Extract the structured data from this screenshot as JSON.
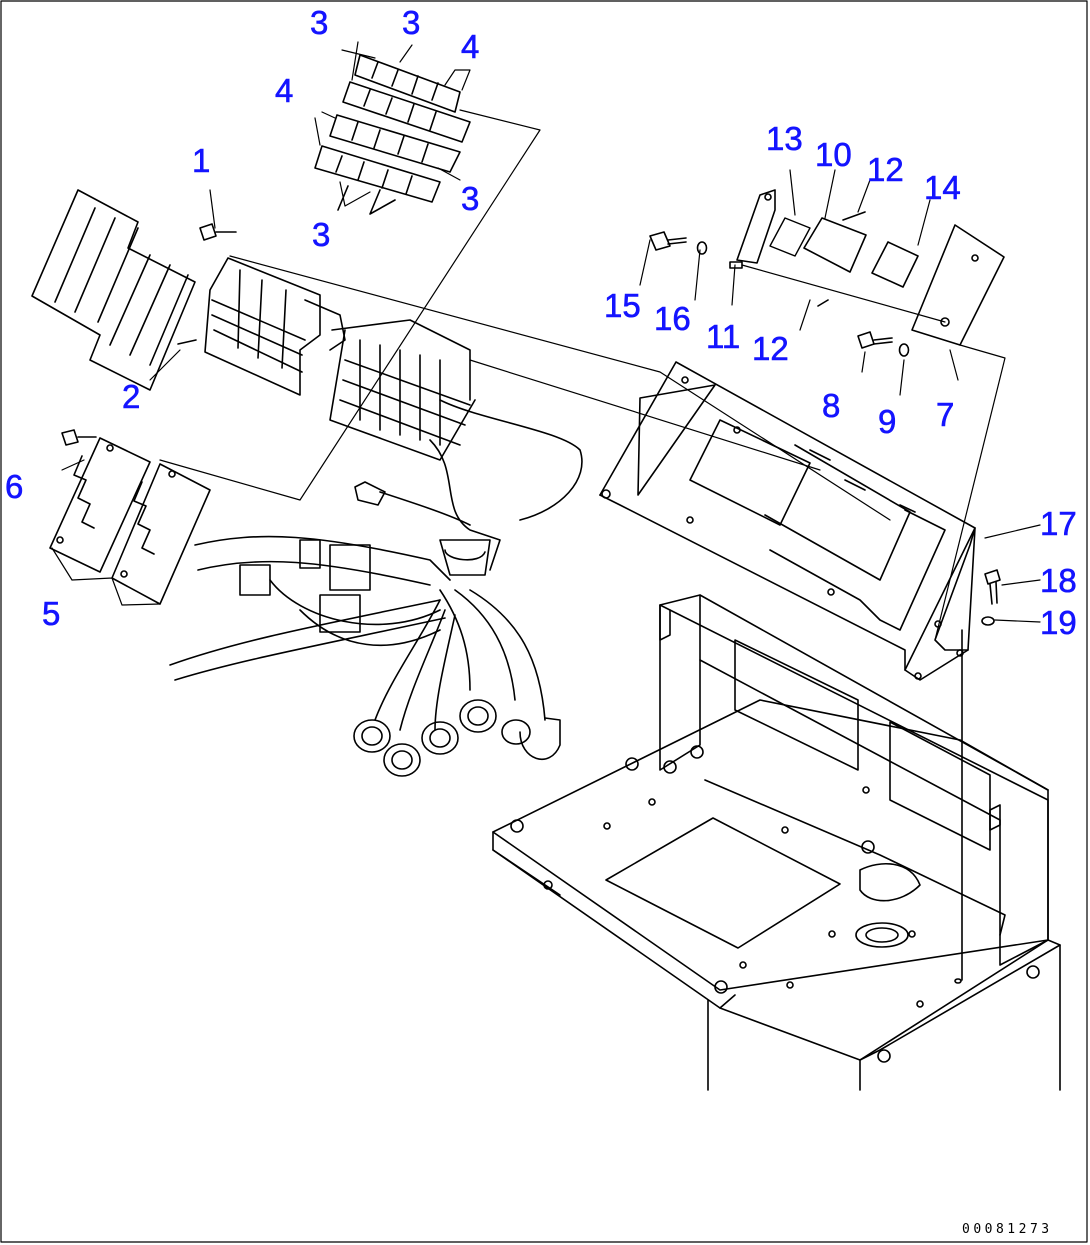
{
  "drawing_number": "00081273",
  "callouts": [
    {
      "id": "c1",
      "label": "1"
    },
    {
      "id": "c2",
      "label": "2"
    },
    {
      "id": "c3a",
      "label": "3"
    },
    {
      "id": "c3b",
      "label": "3"
    },
    {
      "id": "c3c",
      "label": "3"
    },
    {
      "id": "c3d",
      "label": "3"
    },
    {
      "id": "c4a",
      "label": "4"
    },
    {
      "id": "c4b",
      "label": "4"
    },
    {
      "id": "c5",
      "label": "5"
    },
    {
      "id": "c6",
      "label": "6"
    },
    {
      "id": "c7",
      "label": "7"
    },
    {
      "id": "c8",
      "label": "8"
    },
    {
      "id": "c9",
      "label": "9"
    },
    {
      "id": "c10",
      "label": "10"
    },
    {
      "id": "c11",
      "label": "11"
    },
    {
      "id": "c12a",
      "label": "12"
    },
    {
      "id": "c12b",
      "label": "12"
    },
    {
      "id": "c13",
      "label": "13"
    },
    {
      "id": "c14",
      "label": "14"
    },
    {
      "id": "c15",
      "label": "15"
    },
    {
      "id": "c16",
      "label": "16"
    },
    {
      "id": "c17",
      "label": "17"
    },
    {
      "id": "c18",
      "label": "18"
    },
    {
      "id": "c19",
      "label": "19"
    }
  ],
  "colors": {
    "callout": "#1414ff",
    "line": "#000000",
    "background": "#ffffff"
  }
}
